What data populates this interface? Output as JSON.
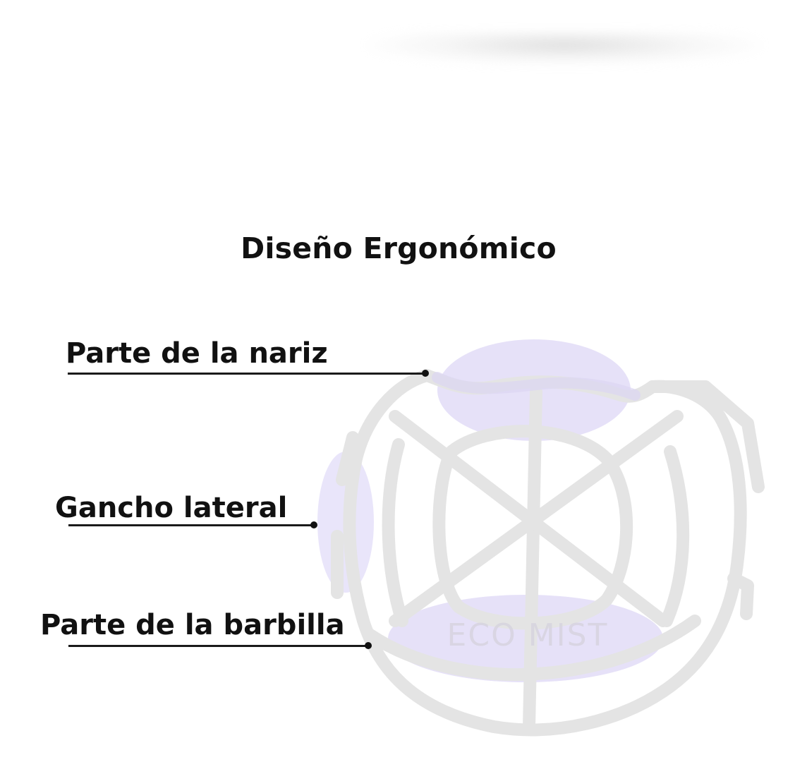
{
  "title": "Diseño Ergonómico",
  "labels": [
    {
      "text": "Parte de la nariz"
    },
    {
      "text": "Gancho lateral"
    },
    {
      "text": "Parte de la barbilla"
    }
  ],
  "watermark": "ECO MIST",
  "colors": {
    "text": "#111111",
    "frame": "#e6e6e6",
    "frame_edge": "#d2d2d2",
    "pad": "#e5e0f8"
  }
}
